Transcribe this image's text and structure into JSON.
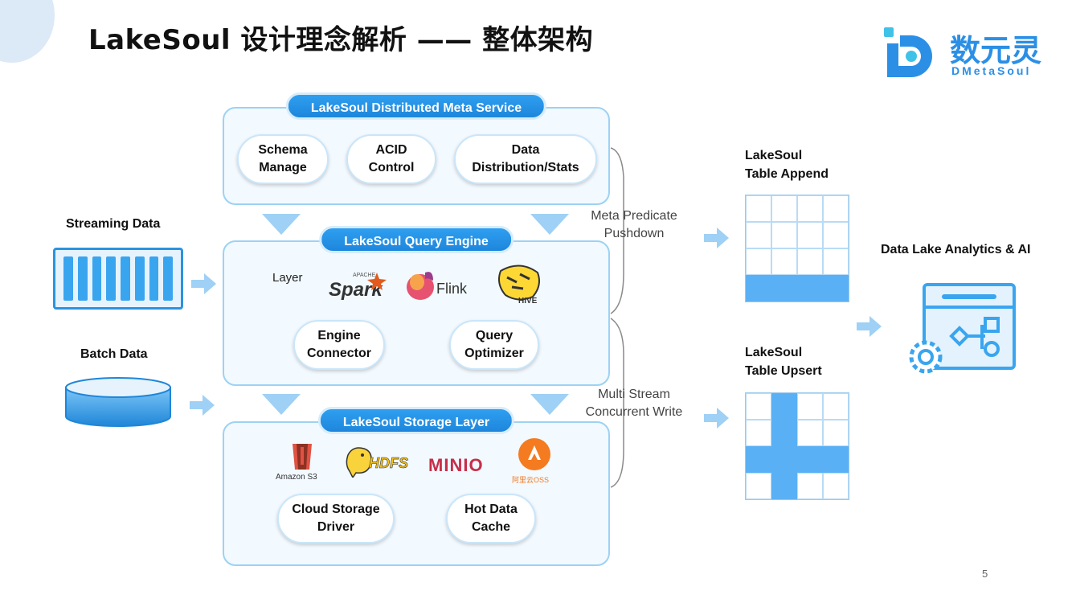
{
  "title": "LakeSoul 设计理念解析 —— 整体架构",
  "brand": {
    "name_cn": "数元灵",
    "name_en": "DMetaSoul"
  },
  "inputs": {
    "streaming": "Streaming Data",
    "batch": "Batch Data"
  },
  "panels": {
    "meta": {
      "title": "LakeSoul Distributed Meta Service",
      "items": [
        {
          "line1": "Schema",
          "line2": "Manage"
        },
        {
          "line1": "ACID",
          "line2": "Control"
        },
        {
          "line1": "Data",
          "line2": "Distribution/Stats"
        }
      ]
    },
    "query": {
      "title": "LakeSoul Query Engine",
      "layer_label": "Layer",
      "engines": {
        "spark_tag": "APACHE",
        "spark": "Spark",
        "flink": "Flink",
        "hive": "HIVE"
      },
      "items": [
        {
          "line1": "Engine",
          "line2": "Connector"
        },
        {
          "line1": "Query",
          "line2": "Optimizer"
        }
      ]
    },
    "storage": {
      "title": "LakeSoul Storage Layer",
      "backends": {
        "s3": "Amazon S3",
        "hdfs": "HDFS",
        "minio": "MINIO",
        "oss": "阿里云OSS"
      },
      "items": [
        {
          "line1": "Cloud Storage",
          "line2": "Driver"
        },
        {
          "line1": "Hot Data",
          "line2": "Cache"
        }
      ]
    }
  },
  "notes": {
    "meta_pushdown": {
      "line1": "Meta Predicate",
      "line2": "Pushdown"
    },
    "multi_stream": {
      "line1": "Multi Stream",
      "line2": "Concurrent Write"
    }
  },
  "tables": {
    "append": {
      "line1": "LakeSoul",
      "line2": "Table Append"
    },
    "upsert": {
      "line1": "LakeSoul",
      "line2": "Table Upsert"
    }
  },
  "analytics": {
    "title": "Data Lake Analytics & AI"
  },
  "page_number": "5",
  "colors": {
    "accent": "#2b93e0",
    "panel_border": "#9dd2f3",
    "highlight": "#5ab0f4",
    "arrow": "#9fd0f5"
  }
}
